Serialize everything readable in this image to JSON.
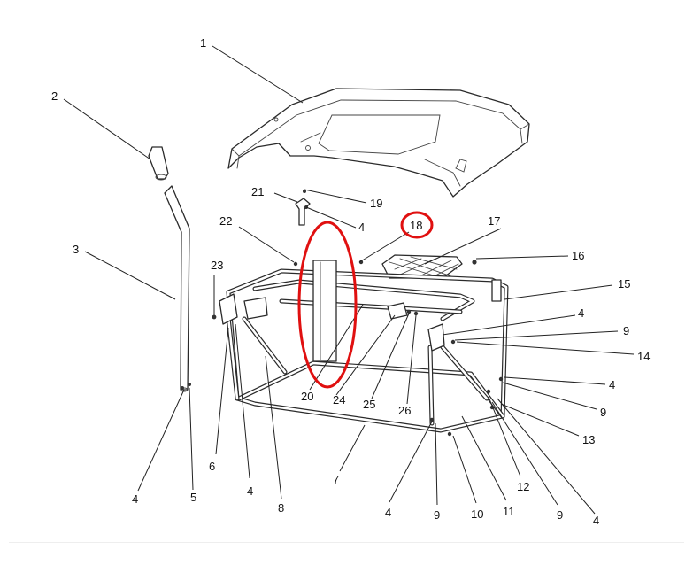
{
  "diagram": {
    "callouts": [
      {
        "id": "1",
        "text": "1"
      },
      {
        "id": "2",
        "text": "2"
      },
      {
        "id": "3",
        "text": "3"
      },
      {
        "id": "4a",
        "text": "4"
      },
      {
        "id": "5",
        "text": "5"
      },
      {
        "id": "6",
        "text": "6"
      },
      {
        "id": "4b",
        "text": "4"
      },
      {
        "id": "8",
        "text": "8"
      },
      {
        "id": "7",
        "text": "7"
      },
      {
        "id": "4c",
        "text": "4"
      },
      {
        "id": "9a",
        "text": "9"
      },
      {
        "id": "10",
        "text": "10"
      },
      {
        "id": "11",
        "text": "11"
      },
      {
        "id": "12",
        "text": "12"
      },
      {
        "id": "9b",
        "text": "9"
      },
      {
        "id": "4d",
        "text": "4"
      },
      {
        "id": "13",
        "text": "13"
      },
      {
        "id": "9c",
        "text": "9"
      },
      {
        "id": "4e",
        "text": "4"
      },
      {
        "id": "14",
        "text": "14"
      },
      {
        "id": "9d",
        "text": "9"
      },
      {
        "id": "4f",
        "text": "4"
      },
      {
        "id": "15",
        "text": "15"
      },
      {
        "id": "16",
        "text": "16"
      },
      {
        "id": "17",
        "text": "17"
      },
      {
        "id": "18",
        "text": "18"
      },
      {
        "id": "19",
        "text": "19"
      },
      {
        "id": "4g",
        "text": "4"
      },
      {
        "id": "21",
        "text": "21"
      },
      {
        "id": "22",
        "text": "22"
      },
      {
        "id": "23",
        "text": "23"
      },
      {
        "id": "20",
        "text": "20"
      },
      {
        "id": "24",
        "text": "24"
      },
      {
        "id": "25",
        "text": "25"
      },
      {
        "id": "26",
        "text": "26"
      }
    ],
    "highlight_color": "#e01010",
    "line_color": "#222222"
  }
}
